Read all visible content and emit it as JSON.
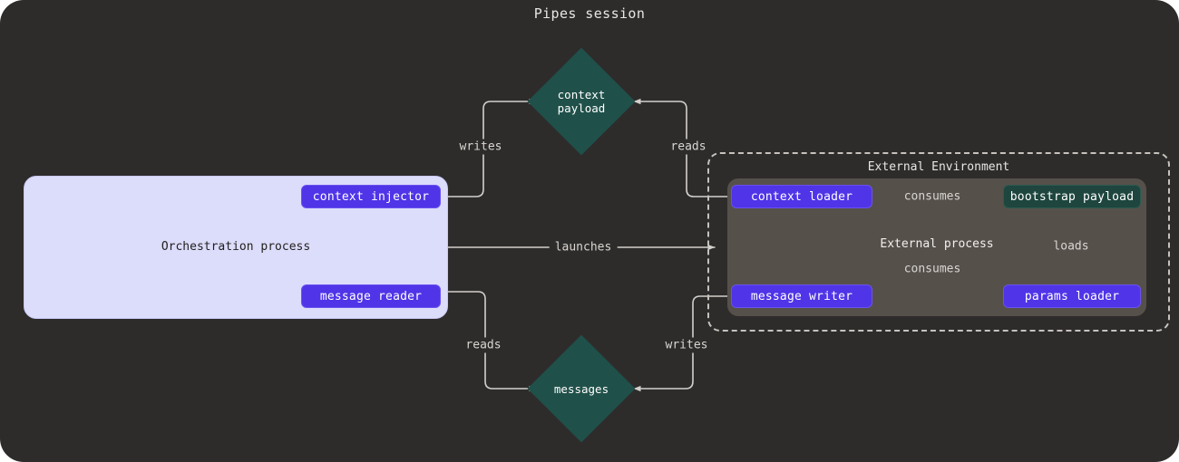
{
  "diagram": {
    "title": "Pipes session",
    "background_color": "#2e2c2b"
  },
  "clusters": {
    "orchestration": {
      "label": "Orchestration process",
      "fill": "#dcdcfb",
      "text_color": "#201f1e"
    },
    "external_environment": {
      "label": "External Environment",
      "border_style": "dashed",
      "border_color": "#c6c2bd"
    },
    "external_process": {
      "label": "External process",
      "fill": "#56504b",
      "text_color": "#f2f0ee"
    }
  },
  "nodes": {
    "context_injector": {
      "label": "context injector",
      "kind": "purple"
    },
    "message_reader": {
      "label": "message reader",
      "kind": "purple"
    },
    "context_loader": {
      "label": "context loader",
      "kind": "purple"
    },
    "message_writer": {
      "label": "message writer",
      "kind": "purple"
    },
    "params_loader": {
      "label": "params loader",
      "kind": "purple"
    },
    "bootstrap_payload": {
      "label": "bootstrap payload",
      "kind": "teal"
    }
  },
  "assets": {
    "context_payload": {
      "line1": "context",
      "line2": "payload",
      "shape": "diamond",
      "fill": "#20504a"
    },
    "messages": {
      "line1": "messages",
      "line2": "",
      "shape": "diamond",
      "fill": "#20504a"
    }
  },
  "edges": [
    {
      "id": "e-writes-top",
      "label": "writes",
      "from": "context_injector",
      "to": "context_payload"
    },
    {
      "id": "e-reads-top",
      "label": "reads",
      "from": "context_loader",
      "to": "context_payload"
    },
    {
      "id": "e-launches",
      "label": "launches",
      "from": "orchestration",
      "to": "external_environment"
    },
    {
      "id": "e-reads-bottom",
      "label": "reads",
      "from": "message_reader",
      "to": "messages"
    },
    {
      "id": "e-writes-bottom",
      "label": "writes",
      "from": "message_writer",
      "to": "messages"
    },
    {
      "id": "e-consumes-top",
      "label": "consumes",
      "from": "context_loader",
      "to": "bootstrap_payload"
    },
    {
      "id": "e-consumes-bottom",
      "label": "consumes",
      "from": "message_writer",
      "to": "bootstrap_payload"
    },
    {
      "id": "e-loads",
      "label": "loads",
      "from": "params_loader",
      "to": "bootstrap_payload"
    }
  ],
  "colors": {
    "purple_node": "#4f34e8",
    "teal_node": "#1e463e",
    "asset_diamond": "#20504a",
    "edge_stroke": "#d3d0cc",
    "canvas": "#2e2c2b"
  }
}
